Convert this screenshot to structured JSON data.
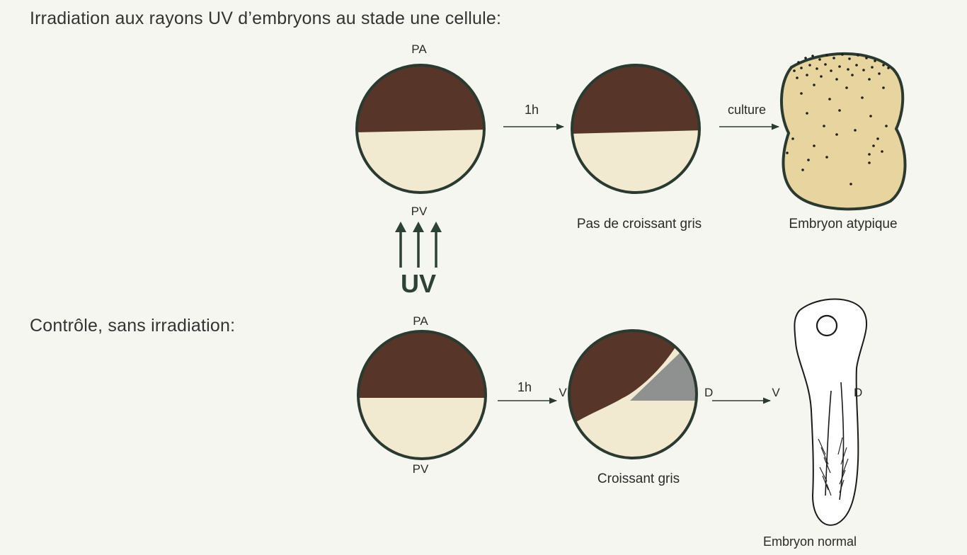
{
  "headings": {
    "irradiation": "Irradiation aux rayons UV d’embryons au stade une cellule:",
    "control": "Contrôle, sans irradiation:"
  },
  "labels": {
    "pole_animal": "PA",
    "pole_vegetal": "PV",
    "time_1h": "1h",
    "culture": "culture",
    "uv": "UV",
    "ventral": "V",
    "dorsal": "D"
  },
  "captions": {
    "no_grey_crescent": "Pas de croissant gris",
    "atypical_embryo": "Embryon atypique",
    "grey_crescent": "Croissant gris",
    "normal_embryo": "Embryon normal"
  },
  "colors": {
    "animal_hemisphere": "#573529",
    "vegetal_hemisphere": "#f2ead0",
    "outline": "#2b3a30",
    "grey_crescent": "#8f9090",
    "atypical_embryo_fill": "#e8d49e",
    "uv_arrow": "#2c4233",
    "background": "#f6f6f1"
  }
}
